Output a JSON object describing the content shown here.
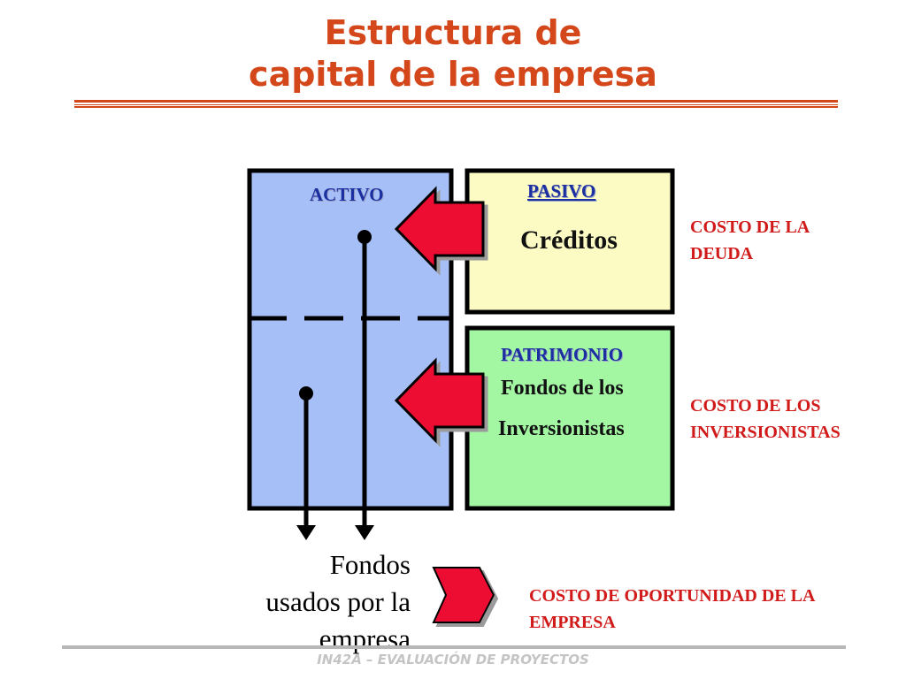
{
  "title": {
    "line1": "Estructura de",
    "line2": "capital de la empresa"
  },
  "diagram": {
    "activo_label": "ACTIVO",
    "pasivo_label": "PASIVO",
    "pasivo_content": "Créditos",
    "patrimonio_label": "PATRIMONIO",
    "patrimonio_line1": "Fondos de los",
    "patrimonio_line2": "Inversionistas",
    "fondos_line1": "Fondos",
    "fondos_line2": "usados por la",
    "fondos_line3": "empresa"
  },
  "costs": {
    "deuda_line1": "COSTO DE LA",
    "deuda_line2": "DEUDA",
    "inversionistas_line1": "COSTO DE LOS",
    "inversionistas_line2": "INVERSIONISTAS",
    "oportunidad_line1": "COSTO DE OPORTUNIDAD DE LA",
    "oportunidad_line2": "EMPRESA"
  },
  "footer": "IN42A – EVALUACIÓN DE PROYECTOS",
  "colors": {
    "title": "#d4471b",
    "activo_fill": "#a7bff7",
    "pasivo_fill": "#fbfbc3",
    "patrimonio_fill": "#a3f7a3",
    "arrow": "#ee1133",
    "cost_text": "#d11a1a",
    "header_text": "#1c2fa0"
  },
  "icons": [
    "left-arrow-icon",
    "chevron-right-icon",
    "down-arrow-icon"
  ]
}
